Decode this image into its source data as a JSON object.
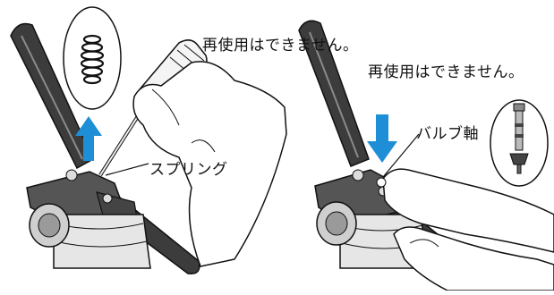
{
  "panels": {
    "left": {
      "note": "再使用はできません。",
      "part_label": "スプリング",
      "arrow_direction": "up"
    },
    "right": {
      "note": "再使用はできません。",
      "part_label": "バルブ軸",
      "arrow_direction": "down"
    }
  },
  "colors": {
    "arrow": "#1e8fd6",
    "tool_dark": "#3c3c3c",
    "tool_light": "#7a7a7a",
    "outline": "#111111",
    "background": "#ffffff"
  },
  "icons": [
    "spring-icon",
    "valve-stem-icon",
    "arrow-up-icon",
    "arrow-down-icon"
  ]
}
